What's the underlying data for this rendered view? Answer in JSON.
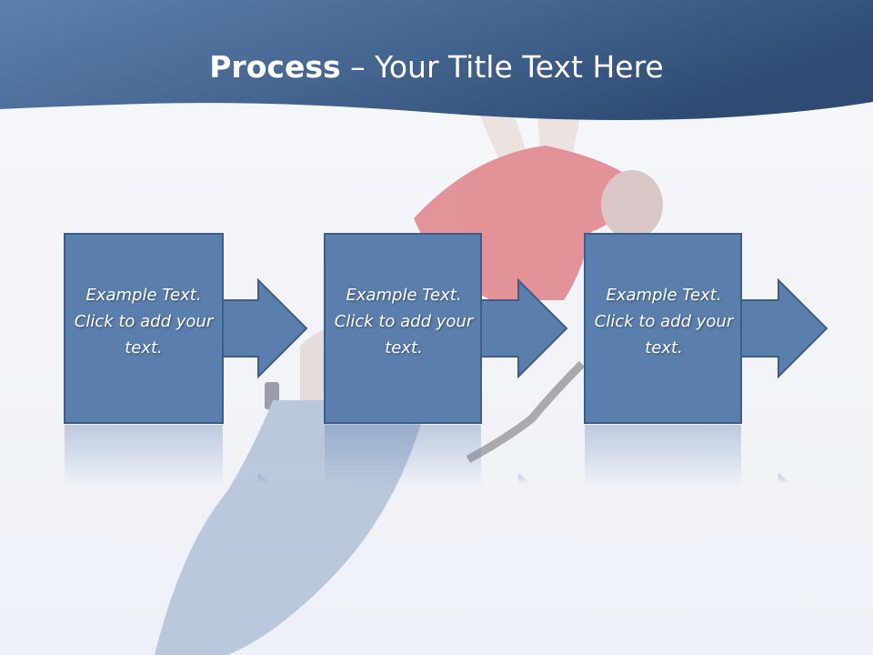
{
  "slide": {
    "title_bold": "Process",
    "title_rest": " – Your Title Text Here"
  },
  "process": {
    "steps": [
      {
        "text": "Example Text. Click  to add your text."
      },
      {
        "text": "Example Text. Click  to add your text."
      },
      {
        "text": "Example Text. Click  to add your text."
      }
    ]
  },
  "colors": {
    "header_dark": "#34527c",
    "header_light": "#5c7fab",
    "box_fill": "#5b7fad",
    "box_border": "#3d5c87",
    "background": "#f2f4f8"
  }
}
